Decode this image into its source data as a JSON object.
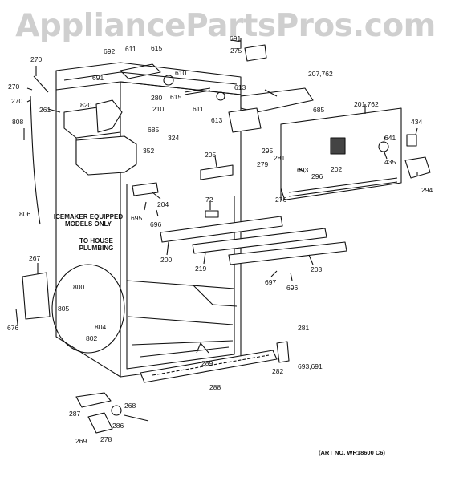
{
  "watermark": "AppliancePartsPros.com",
  "art_number": "(ART NO. WR18600 C6)",
  "notes": {
    "icemaker_line1": "ICEMAKER EQUIPPED",
    "icemaker_line2": "MODELS ONLY",
    "plumbing_line1": "TO HOUSE",
    "plumbing_line2": "PLUMBING"
  },
  "callouts": {
    "p270a": "270",
    "p270b": "270",
    "p270c": "270",
    "p692": "692",
    "p611a": "611",
    "p615a": "615",
    "p691a": "691",
    "p610": "610",
    "p280": "280",
    "p615b": "615",
    "p611b": "611",
    "p613a": "613",
    "p613b": "613",
    "p261": "261",
    "p820": "820",
    "p210": "210",
    "p685a": "685",
    "p324": "324",
    "p808": "808",
    "p352": "352",
    "p691b": "691",
    "p275": "275",
    "p207": "207,762",
    "p685b": "685",
    "p201": "201,762",
    "p434": "434",
    "p641": "641",
    "p435": "435",
    "p295": "295",
    "p281a": "281",
    "p279": "279",
    "p693": "693",
    "p296": "296",
    "p202": "202",
    "p294": "294",
    "p205": "205",
    "p204": "204",
    "p695": "695",
    "p696a": "696",
    "p72": "72",
    "p276": "276",
    "p806": "806",
    "p267": "267",
    "p200": "200",
    "p219": "219",
    "p203": "203",
    "p697": "697",
    "p696b": "696",
    "p800": "800",
    "p805": "805",
    "p804": "804",
    "p802": "802",
    "p676": "676",
    "p281b": "281",
    "p282": "282",
    "p693691": "693,691",
    "p289": "289",
    "p288": "288",
    "p287": "287",
    "p268": "268",
    "p286": "286",
    "p269": "269",
    "p278": "278"
  }
}
